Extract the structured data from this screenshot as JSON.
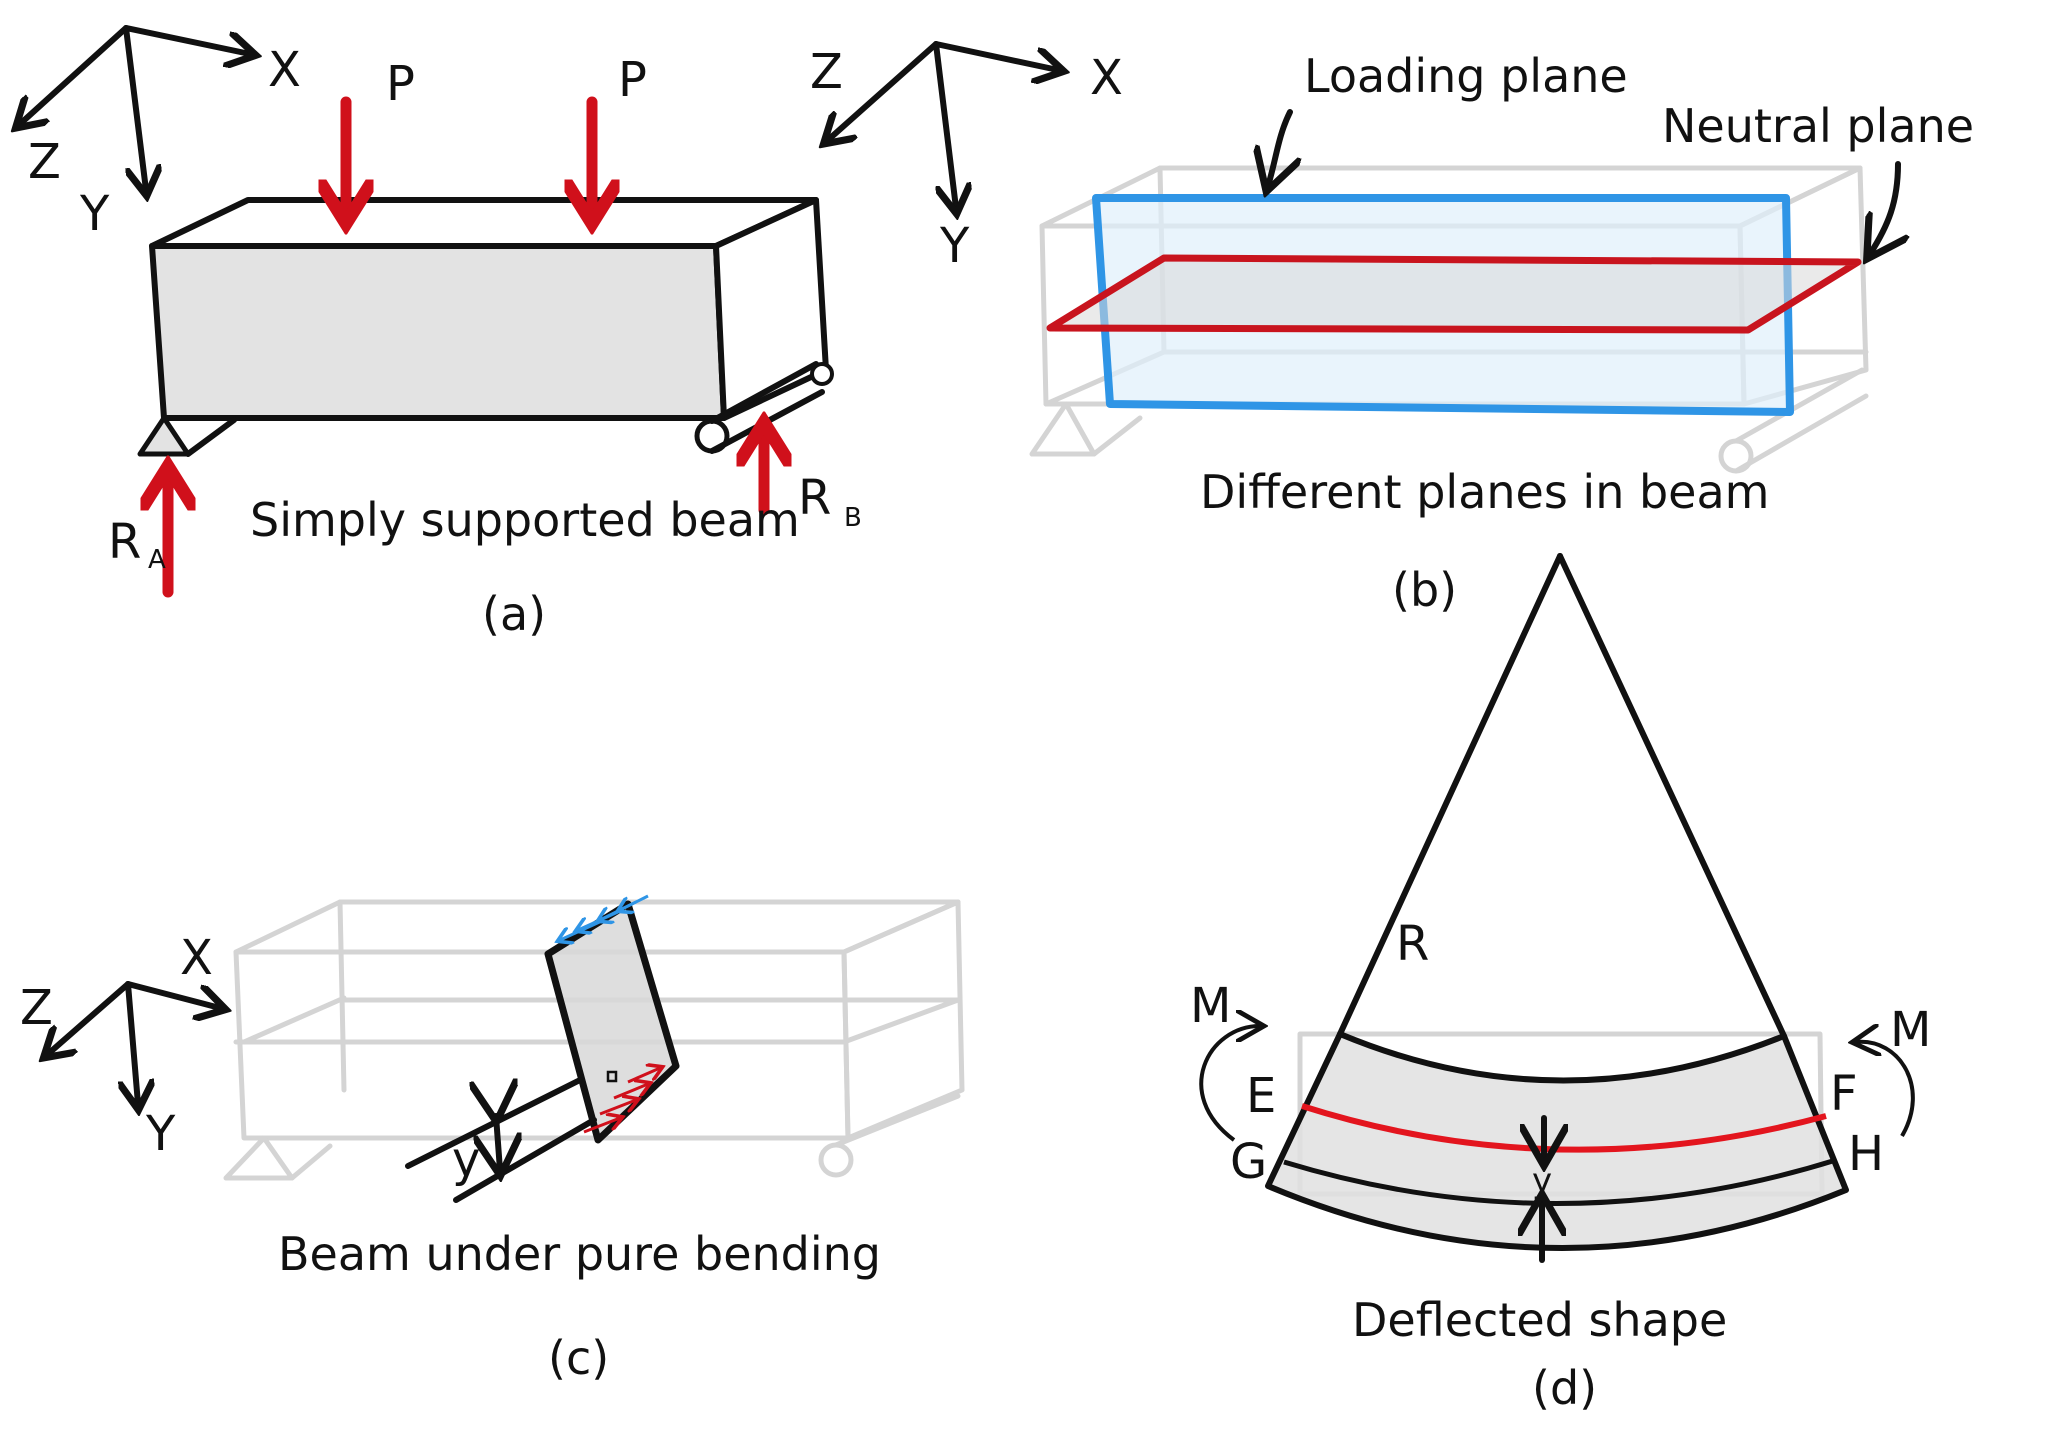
{
  "colors": {
    "ink": "#111111",
    "load": "#d0101b",
    "beam_fill": "#e3e3e3",
    "ghost": "#d4d4d4",
    "loading_plane": "#2f95e6",
    "loading_plane_fill": "#dff0fb",
    "neutral_plane": "#c8141e"
  },
  "panel_a": {
    "axes": {
      "x": "X",
      "z": "Z",
      "y": "Y"
    },
    "load_1": "P",
    "load_2": "P",
    "reaction_a": "R",
    "reaction_a_sub": "A",
    "reaction_b": "R",
    "reaction_b_sub": "B",
    "caption": "Simply supported beam",
    "tag": "(a)"
  },
  "panel_b": {
    "axes": {
      "x": "X",
      "z": "Z",
      "y": "Y"
    },
    "loading_plane_label": "Loading plane",
    "neutral_plane_label": "Neutral plane",
    "caption": "Different planes in beam",
    "tag": "(b)"
  },
  "panel_c": {
    "axes": {
      "x": "X",
      "z": "Z",
      "y": "Y"
    },
    "distance_label": "y",
    "caption": "Beam under pure bending",
    "tag": "(c)"
  },
  "panel_d": {
    "radius_label": "R",
    "moment_left": "M",
    "moment_right": "M",
    "point_e": "E",
    "point_f": "F",
    "point_g": "G",
    "point_h": "H",
    "distance_label": "y",
    "caption": "Deflected shape",
    "tag": "(d)"
  }
}
